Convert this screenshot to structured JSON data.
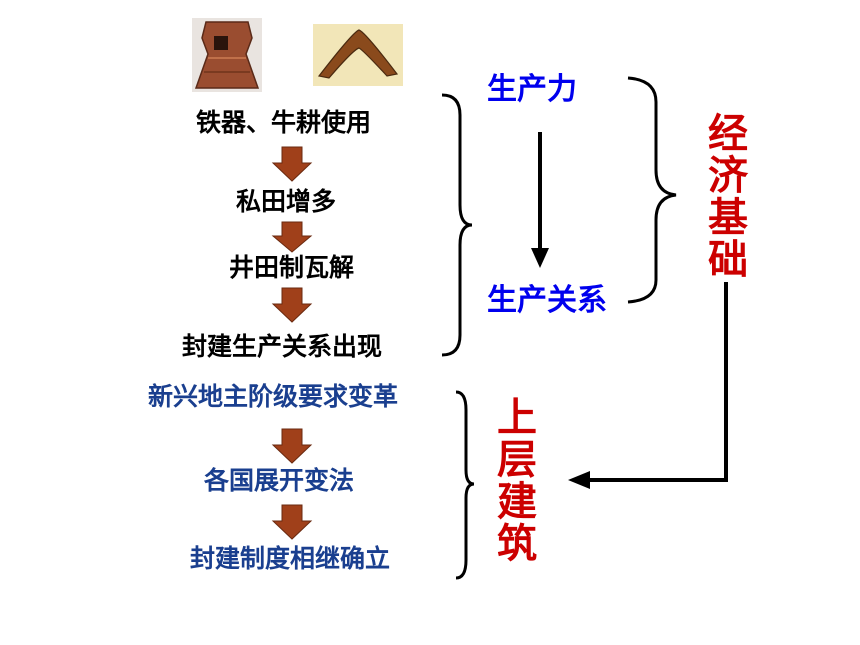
{
  "left_chain": {
    "top": [
      "铁器、牛耕使用",
      "私田增多",
      "井田制瓦解",
      "封建生产关系出现"
    ],
    "bottom": [
      "新兴地主阶级要求变革",
      "各国展开变法",
      "封建制度相继确立"
    ]
  },
  "middle": {
    "productive_forces": "生产力",
    "relations_of_production": "生产关系"
  },
  "right": {
    "economic_base": "经济基础",
    "superstructure": "上层建筑"
  },
  "colors": {
    "black_text": "#000000",
    "navy_text": "#1a3f8f",
    "blue_text": "#0000ee",
    "red_text": "#cc0000",
    "arrow_fill": "#a0401a"
  },
  "images": [
    "iron-tool-photo",
    "plow-tool-photo"
  ]
}
